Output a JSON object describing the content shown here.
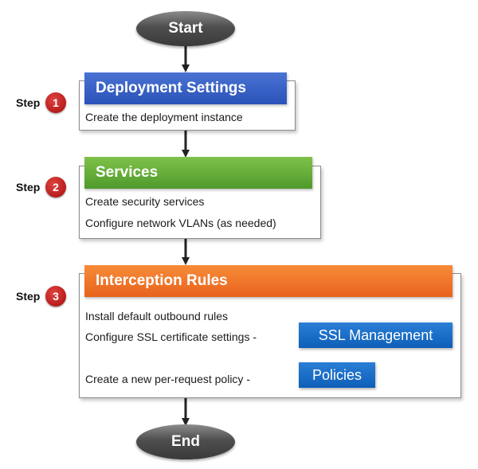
{
  "start": {
    "label": "Start"
  },
  "end": {
    "label": "End"
  },
  "steps": [
    {
      "step_word": "Step",
      "number": "1",
      "title": "Deployment Settings",
      "header_color": "#2a52b8",
      "tasks": [
        "Create the deployment instance"
      ]
    },
    {
      "step_word": "Step",
      "number": "2",
      "title": "Services",
      "header_color": "#4f9a2b",
      "tasks": [
        "Create security services",
        "Configure network VLANs (as needed)"
      ]
    },
    {
      "step_word": "Step",
      "number": "3",
      "title": "Interception Rules",
      "header_color": "#e8621c",
      "tasks": [
        "Install default outbound rules",
        "Configure SSL certificate settings -",
        "Create a new per-request policy -"
      ],
      "links": [
        {
          "label": "SSL Management"
        },
        {
          "label": "Policies"
        }
      ]
    }
  ],
  "colors": {
    "badge_red": "#c62828",
    "link_blue": "#0d5fb8",
    "terminal_gray": "#4e4e4e"
  }
}
